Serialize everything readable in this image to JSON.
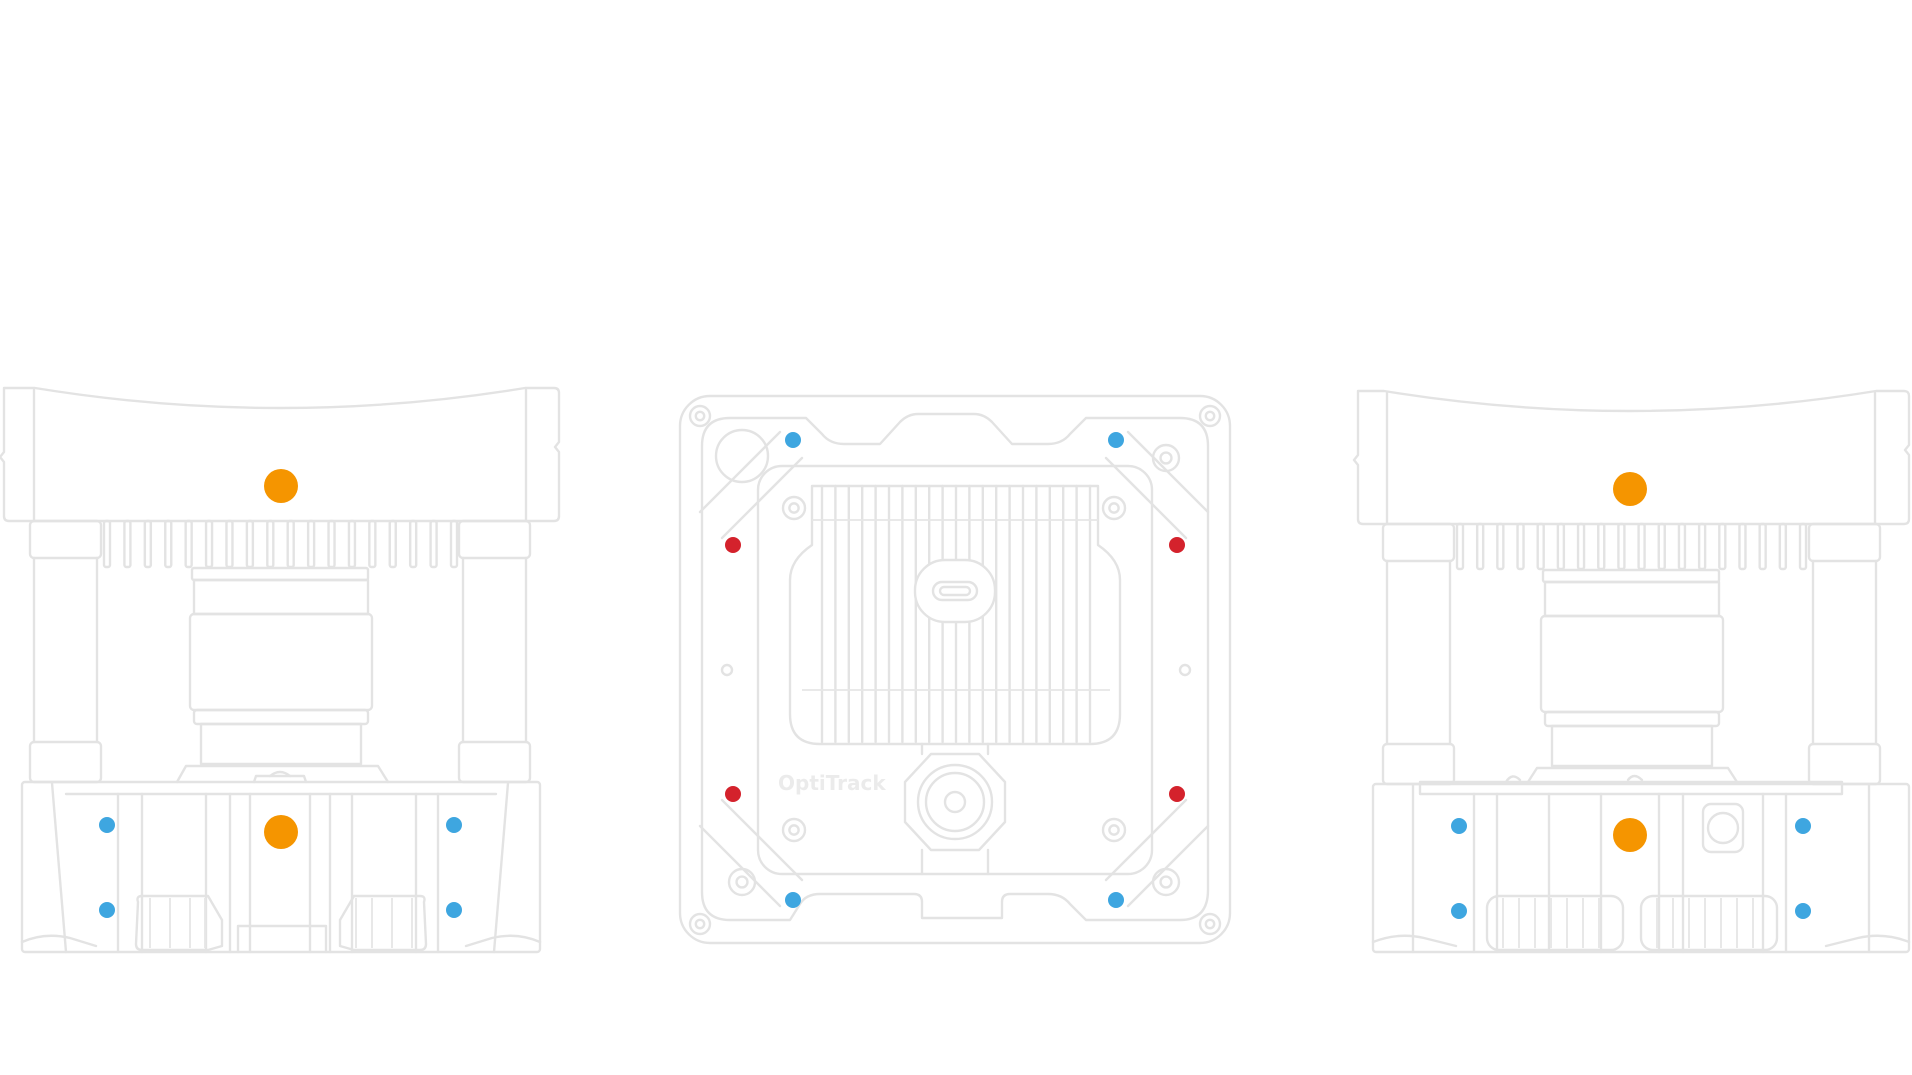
{
  "diagram": {
    "brand_text": "OptiTrack",
    "colors": {
      "outline": "#e3e3e3",
      "mount_point": "#3ea6e0",
      "center_marker": "#f59500",
      "pin": "#d4222c"
    },
    "views": [
      {
        "name": "side-view-left",
        "icon": "camera-side-view-icon"
      },
      {
        "name": "back-view",
        "icon": "camera-back-view-icon"
      },
      {
        "name": "side-view-right",
        "icon": "camera-side-view-icon"
      }
    ]
  }
}
